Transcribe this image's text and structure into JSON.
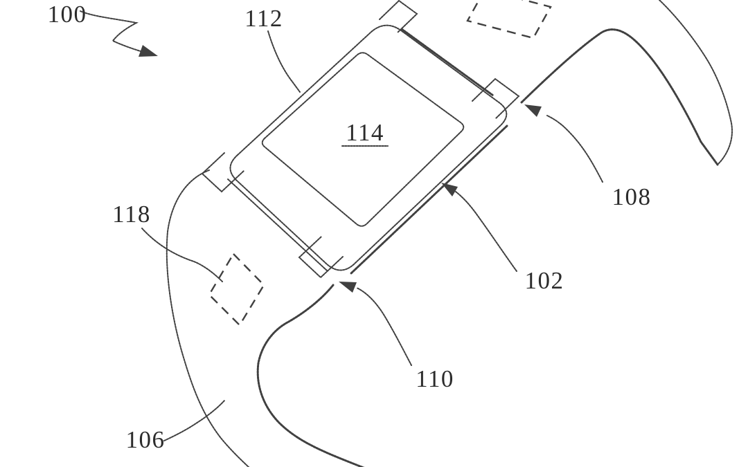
{
  "figure": {
    "subject": "patent line drawing of a wrist-worn device (watch body with display and straps)"
  },
  "colors": {
    "background": "#ffffff",
    "line": "#404040",
    "text": "#2b2b2b"
  },
  "annotations": [
    {
      "id": "label-100",
      "text": "100",
      "target": "overall device"
    },
    {
      "id": "label-112",
      "text": "112",
      "target": "upper housing edge"
    },
    {
      "id": "label-114",
      "text": "114",
      "target": "display",
      "underlined": true
    },
    {
      "id": "label-108",
      "text": "108",
      "target": "right band attachment"
    },
    {
      "id": "label-102",
      "text": "102",
      "target": "device body side"
    },
    {
      "id": "label-110",
      "text": "110",
      "target": "left band attachment"
    },
    {
      "id": "label-106",
      "text": "106",
      "target": "band strap"
    },
    {
      "id": "label-118",
      "text": "118",
      "target": "hidden component region in band"
    }
  ]
}
